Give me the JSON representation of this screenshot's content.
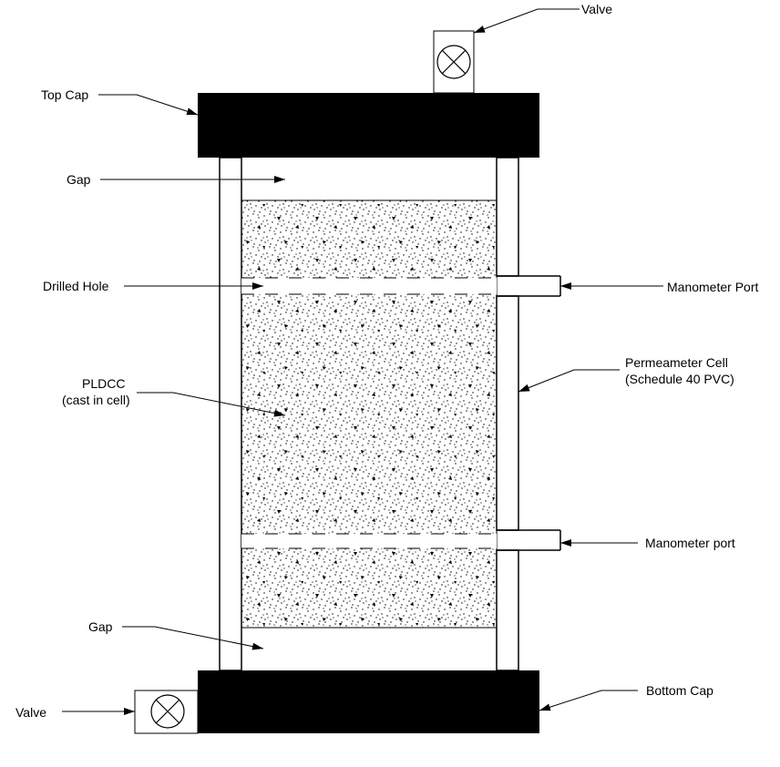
{
  "labels": {
    "valve_top": "Valve",
    "top_cap": "Top Cap",
    "gap_top": "Gap",
    "drilled_hole": "Drilled Hole",
    "manometer_port_upper": "Manometer Port",
    "permeameter_line1": "Permeameter Cell",
    "permeameter_line2": "(Schedule 40 PVC)",
    "pldcc_line1": "PLDCC",
    "pldcc_line2": "(cast in cell)",
    "manometer_port_lower": "Manometer port",
    "gap_bottom": "Gap",
    "bottom_cap": "Bottom Cap",
    "valve_bottom": "Valve"
  },
  "colors": {
    "cap": "#000000",
    "line": "#000000",
    "background": "#ffffff"
  }
}
